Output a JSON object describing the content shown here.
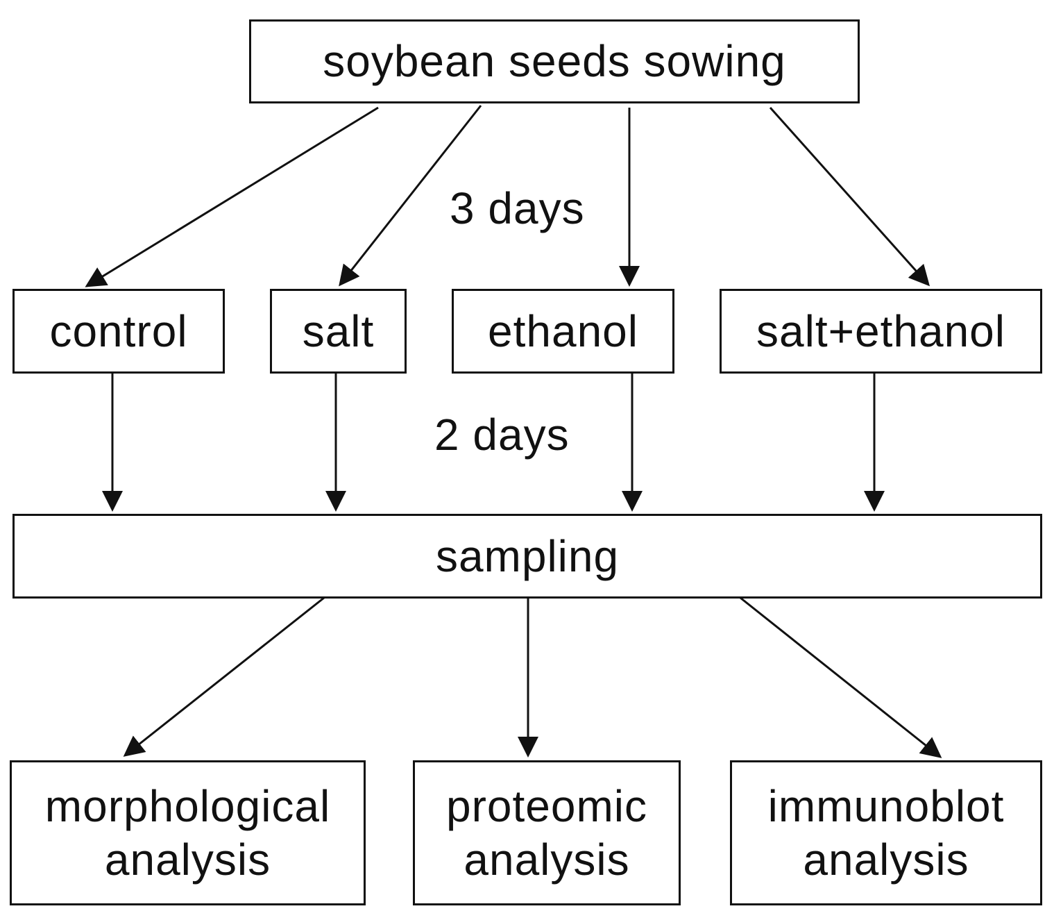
{
  "top": {
    "label": "soybean seeds sowing"
  },
  "treatments": [
    {
      "label": "control"
    },
    {
      "label": "salt"
    },
    {
      "label": "ethanol"
    },
    {
      "label": "salt+ethanol"
    }
  ],
  "durations": {
    "first": "3 days",
    "second": "2 days"
  },
  "sampling": {
    "label": "sampling"
  },
  "analyses": [
    {
      "line1": "morphological",
      "line2": "analysis"
    },
    {
      "line1": "proteomic",
      "line2": "analysis"
    },
    {
      "line1": "immunoblot",
      "line2": "analysis"
    }
  ]
}
